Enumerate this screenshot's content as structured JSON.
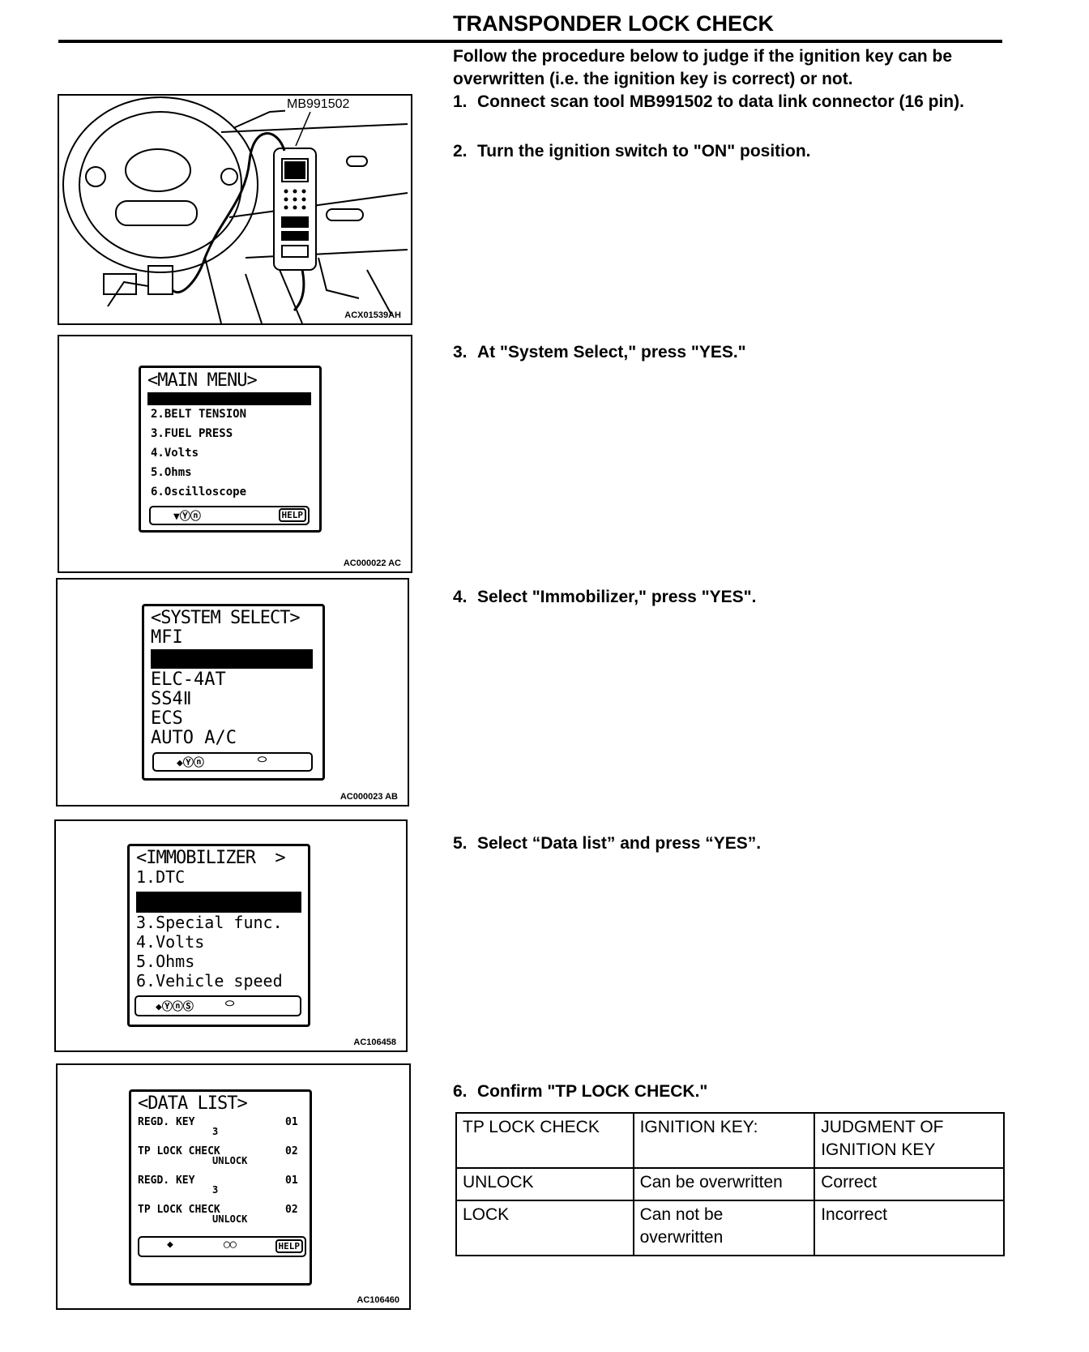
{
  "header": {
    "title": "TRANSPONDER LOCK CHECK"
  },
  "intro": "Follow the procedure below to judge if the ignition key can be overwritten (i.e. the ignition key is correct) or not.",
  "steps": [
    {
      "num": "1.",
      "text": "Connect scan tool MB991502 to data link connector (16 pin)."
    },
    {
      "num": "2.",
      "text": "Turn the ignition switch to \"ON\" position."
    },
    {
      "num": "3.",
      "text": "At \"System Select,\" press \"YES.\""
    },
    {
      "num": "4.",
      "text": "Select \"Immobilizer,\" press \"YES\"."
    },
    {
      "num": "5.",
      "text": "Select “Data list” and press “YES”."
    },
    {
      "num": "6.",
      "text": "Confirm \"TP LOCK CHECK.\""
    }
  ],
  "figures": {
    "fig1": {
      "callout": "MB991502",
      "id": "ACX01539AH"
    },
    "fig2": {
      "id": "AC000022 AC",
      "screen": {
        "title": "<MAIN MENU>",
        "lines": [
          "2.BELT TENSION",
          "3.FUEL PRESS",
          "4.Volts",
          "5.Ohms",
          "6.Oscilloscope"
        ],
        "buttons": "▼Ⓨⓝ",
        "help": "HELP"
      }
    },
    "fig3": {
      "id": "AC000023 AB",
      "screen": {
        "title": "<SYSTEM SELECT>",
        "lines": [
          "MFI",
          "ELC-4AT",
          "SS4Ⅱ",
          "ECS",
          "AUTO A/C"
        ],
        "buttons": "◆Ⓨⓝ"
      }
    },
    "fig4": {
      "id": "AC106458",
      "screen": {
        "title": "<IMMOBILIZER  >",
        "lines": [
          "1.DTC",
          "3.Special func.",
          "4.Volts",
          "5.Ohms",
          "6.Vehicle speed"
        ],
        "buttons": "◆ⓎⓝⓈ"
      }
    },
    "fig5": {
      "id": "AC106460",
      "screen": {
        "title": "<DATA LIST>",
        "rows": [
          {
            "label": "REGD. KEY",
            "code": "01",
            "value": "3"
          },
          {
            "label": "TP LOCK CHECK",
            "code": "02",
            "value": "UNLOCK"
          },
          {
            "label": "REGD. KEY",
            "code": "01",
            "value": "3"
          },
          {
            "label": "TP LOCK CHECK",
            "code": "02",
            "value": "UNLOCK"
          }
        ],
        "buttons": "◆",
        "help": "HELP"
      }
    }
  },
  "table": {
    "headers": [
      "TP LOCK CHECK",
      "IGNITION KEY:",
      "JUDGMENT OF IGNITION KEY"
    ],
    "rows": [
      [
        "UNLOCK",
        "Can be overwritten",
        "Correct"
      ],
      [
        "LOCK",
        "Can not be overwritten",
        "Incorrect"
      ]
    ]
  }
}
